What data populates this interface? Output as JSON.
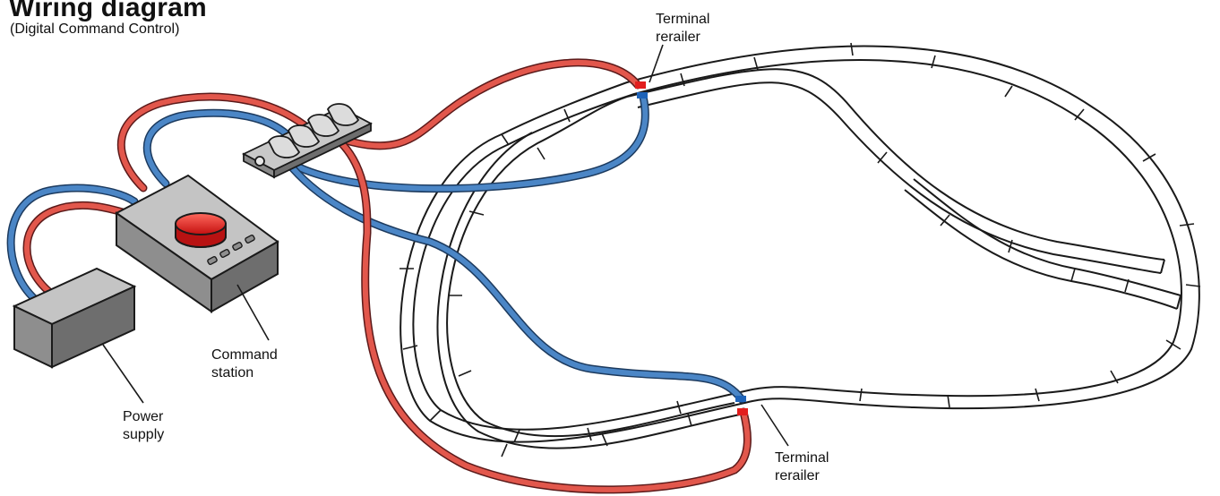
{
  "title": "Wiring diagram",
  "subtitle": "(Digital Command Control)",
  "labels": {
    "terminal_rerailer_top": [
      "Terminal",
      "rerailer"
    ],
    "terminal_rerailer_bottom": [
      "Terminal",
      "rerailer"
    ],
    "command_station": [
      "Command",
      "station"
    ],
    "power_supply": [
      "Power",
      "supply"
    ]
  },
  "colors": {
    "red_wire": "#e2574c",
    "blue_wire": "#4b86c6",
    "track_outline": "#1a1a1a",
    "box_front": "#8e8e8e",
    "box_top": "#c4c4c4",
    "button": "#e21d1d"
  }
}
